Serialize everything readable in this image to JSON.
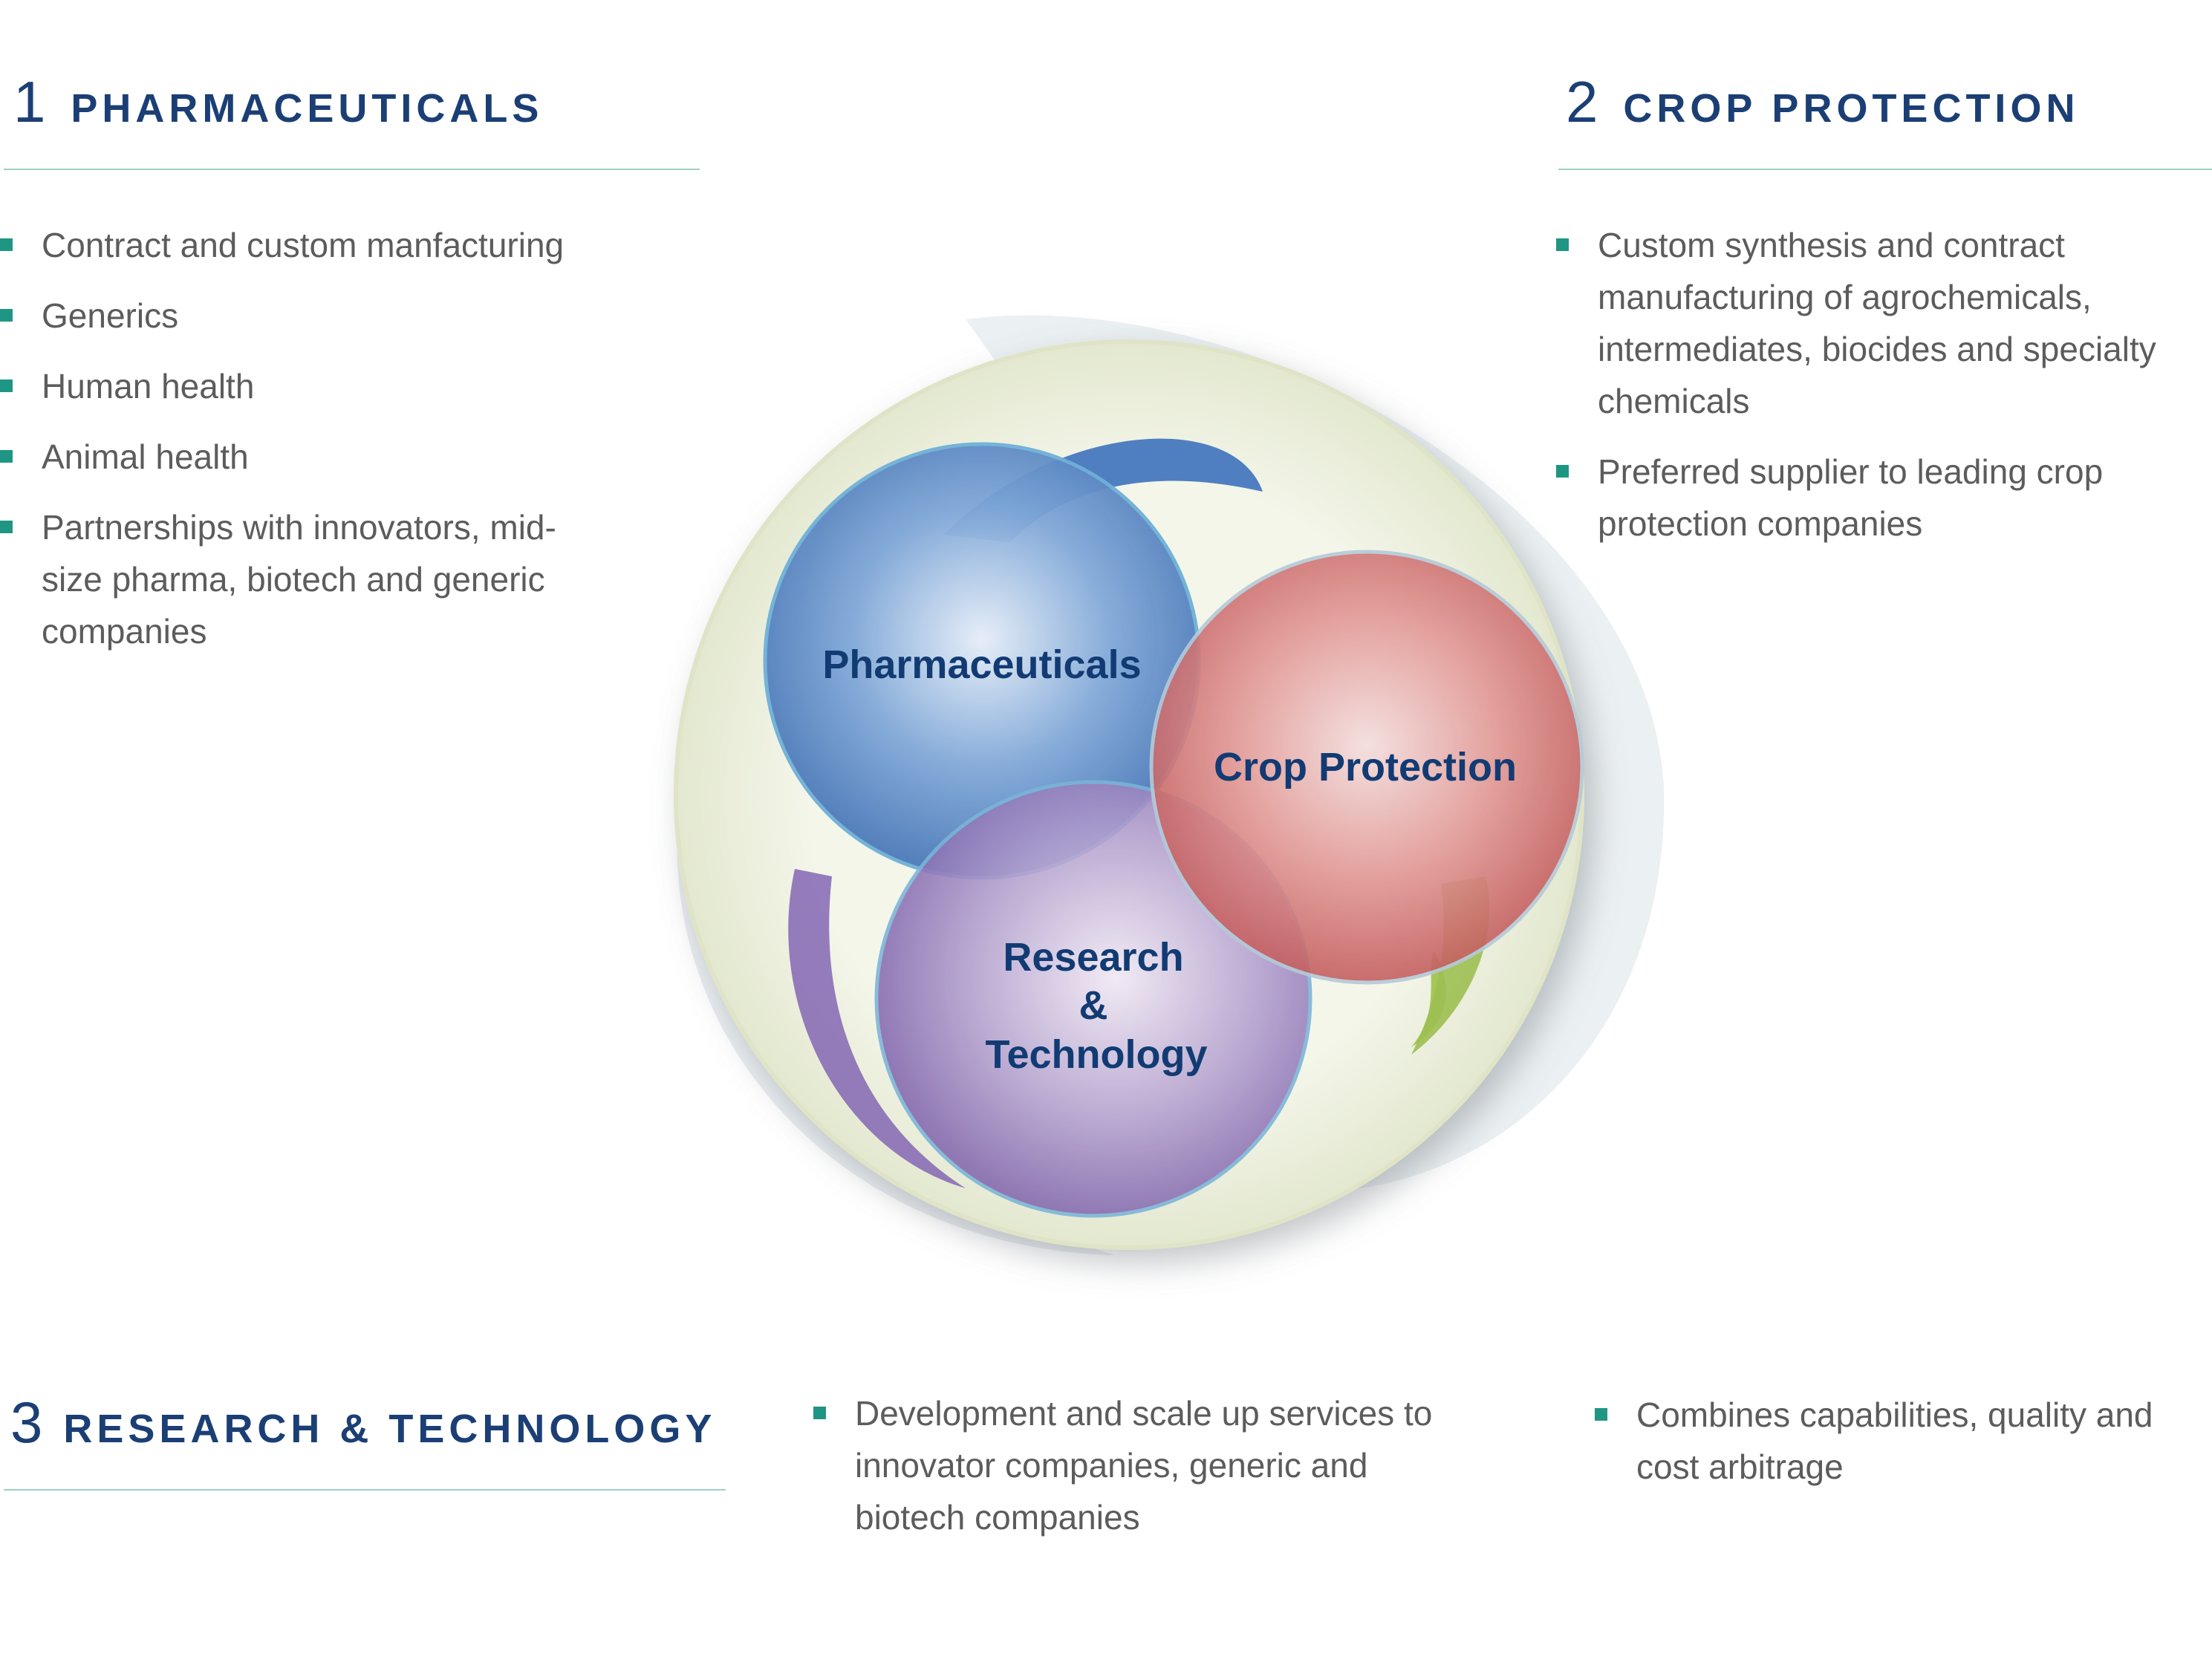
{
  "sections": {
    "pharma": {
      "number": "1",
      "title": "PHARMACEUTICALS",
      "bullets": [
        "Contract and custom manfacturing",
        "Generics",
        "Human health",
        "Animal health",
        "Partnerships with innovators, mid-size pharma, biotech and generic companies"
      ]
    },
    "crop": {
      "number": "2",
      "title": "CROP PROTECTION",
      "bullets": [
        "Custom synthesis and contract manufacturing of agrochemicals, intermediates, biocides and specialty chemicals",
        "Preferred supplier to leading crop protection companies"
      ]
    },
    "research": {
      "number": "3",
      "title": "RESEARCH & TECHNOLOGY",
      "bullets_middle": [
        "Development and scale up services to innovator companies, generic and biotech companies"
      ],
      "bullets_right": [
        "Combines capabilities, quality and cost arbitrage"
      ]
    }
  },
  "diagram": {
    "pharma_label": "Pharmaceuticals",
    "crop_label": "Crop Protection",
    "research_label_line1": "Research",
    "research_label_line2": "&",
    "research_label_line3": "Technology"
  },
  "colors": {
    "heading": "#1b3f75",
    "bullet": "#1f9683",
    "rule": "#9fcfc4",
    "pharma_circle": "#5b8dcb",
    "crop_circle": "#d97a78",
    "research_circle": "#9d84c2"
  }
}
